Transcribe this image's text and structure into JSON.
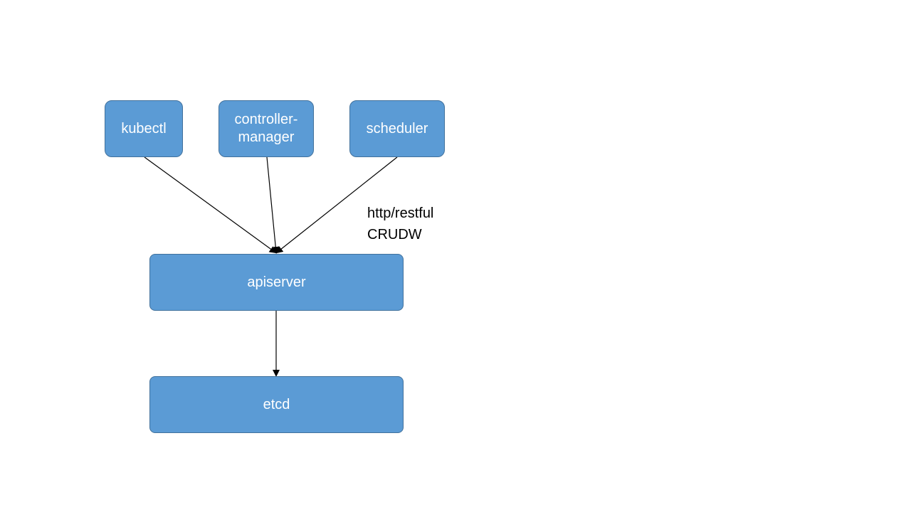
{
  "nodes": {
    "kubectl": "kubectl",
    "controller_manager": [
      "controller-",
      "manager"
    ],
    "scheduler": "scheduler",
    "apiserver": "apiserver",
    "etcd": "etcd"
  },
  "edge_label": [
    "http/restful",
    "CRUDW"
  ],
  "edges": [
    {
      "from": "kubectl",
      "to": "apiserver"
    },
    {
      "from": "controller-manager",
      "to": "apiserver"
    },
    {
      "from": "scheduler",
      "to": "apiserver"
    },
    {
      "from": "apiserver",
      "to": "etcd"
    }
  ],
  "colors": {
    "node_fill": "#5b9bd5",
    "node_border": "#41719c",
    "node_text": "#ffffff",
    "edge": "#000000"
  }
}
